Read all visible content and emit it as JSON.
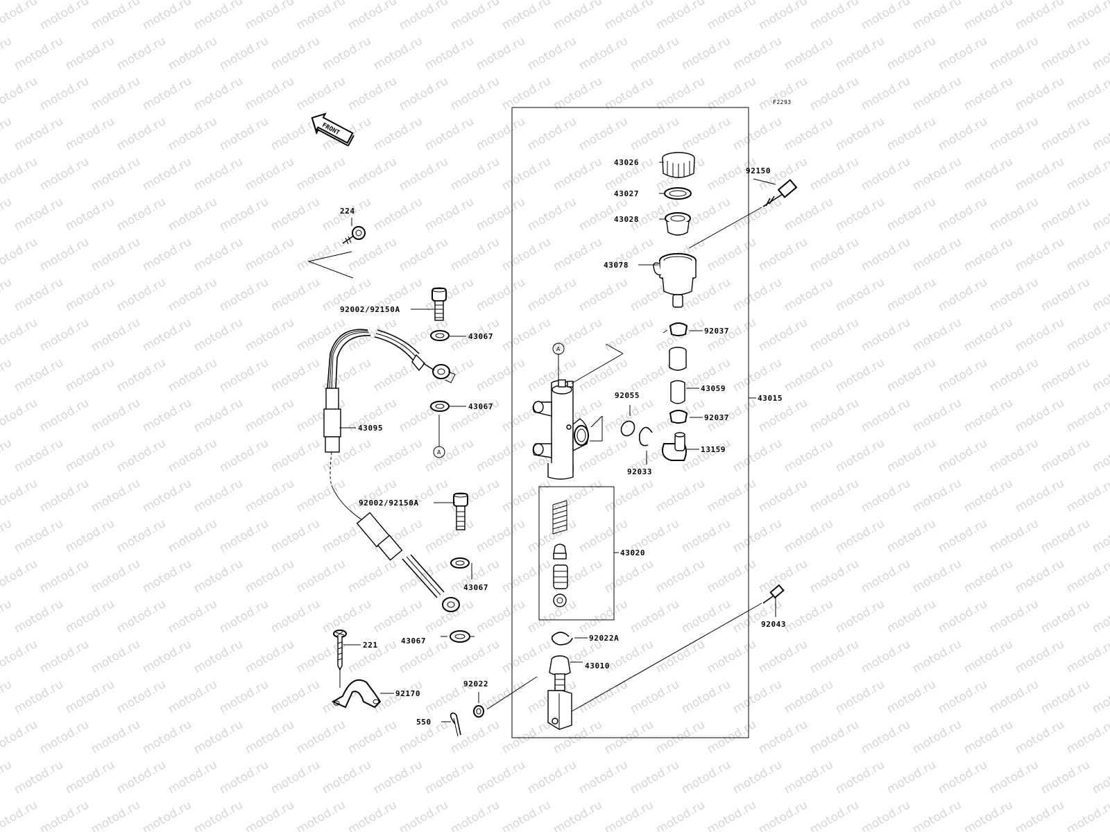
{
  "watermark": "motod.ru",
  "reference_code": "F2293",
  "front_arrow_label": "FRONT",
  "circle_marker": "A",
  "labels": {
    "p43026": "43026",
    "p43027": "43027",
    "p43028": "43028",
    "p43078": "43078",
    "p92150": "92150",
    "p92037a": "92037",
    "p43059": "43059",
    "p43015": "43015",
    "p92055": "92055",
    "p92037b": "92037",
    "p13159": "13159",
    "p92033": "92033",
    "p43020": "43020",
    "p92043": "92043",
    "p92022A": "92022A",
    "p43010": "43010",
    "p92022": "92022",
    "p550": "550",
    "p224": "224",
    "p92002a": "92002/92150A",
    "p43067a": "43067",
    "p43067b": "43067",
    "p43095": "43095",
    "p92002b": "92002/92150A",
    "p43067c": "43067",
    "p43067d": "43067",
    "p221": "221",
    "p92170": "92170"
  }
}
